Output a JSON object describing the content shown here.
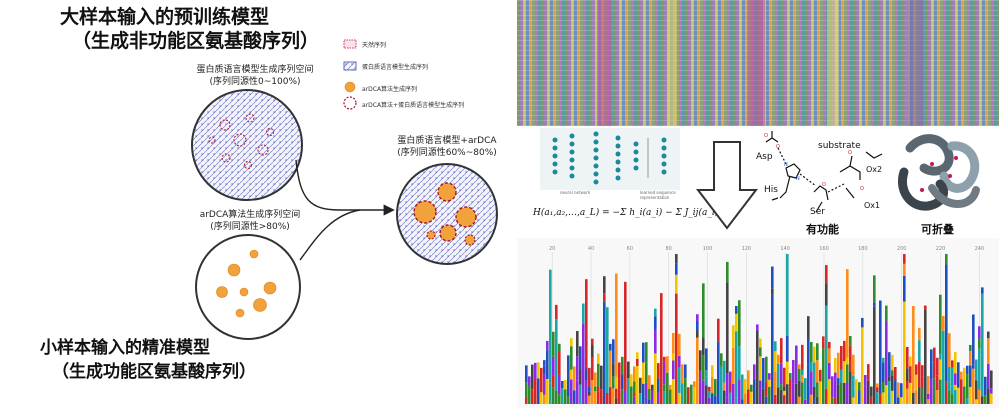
{
  "left": {
    "top_title_line1": "大样本输入的预训练模型",
    "top_title_line2": "（生成非功能区氨基酸序列）",
    "bottom_title_line1": "小样本输入的精准模型",
    "bottom_title_line2": "（生成功能区氨基酸序列）",
    "circle_large_label_line1": "蛋白质语言模型生成序列空间",
    "circle_large_label_line2": "(序列同源性0~100%)",
    "circle_small_label_line1": "arDCA算法生成序列空间",
    "circle_small_label_line2": "(序列同源性>80%)",
    "circle_right_label_line1": "蛋白质语言模型+arDCA",
    "circle_right_label_line2": "(序列同源性60%~80%)",
    "legend": [
      {
        "label": "天然序列"
      },
      {
        "label": "蛋白质语言模型生成序列"
      },
      {
        "label": "arDCA算法生成序列"
      },
      {
        "label": "arDCA算法+蛋白质语言模型生成序列"
      }
    ]
  },
  "right": {
    "formula": "H(a₁,a₂,…,a_L) = −Σ h_i(a_i) − Σ J_ij(a_i,a_j)",
    "nn_caption_left": "neural network",
    "nn_caption_right": "learned sequence representation",
    "chem": {
      "asp": "Asp",
      "his": "His",
      "ser": "Ser",
      "substrate": "substrate",
      "ox1": "Ox1",
      "ox2": "Ox2"
    },
    "label_functional": "有功能",
    "label_foldable": "可折叠",
    "logo_ticks": [
      "20",
      "40",
      "60",
      "80",
      "100",
      "120",
      "140",
      "160",
      "180",
      "200",
      "220",
      "240"
    ]
  }
}
